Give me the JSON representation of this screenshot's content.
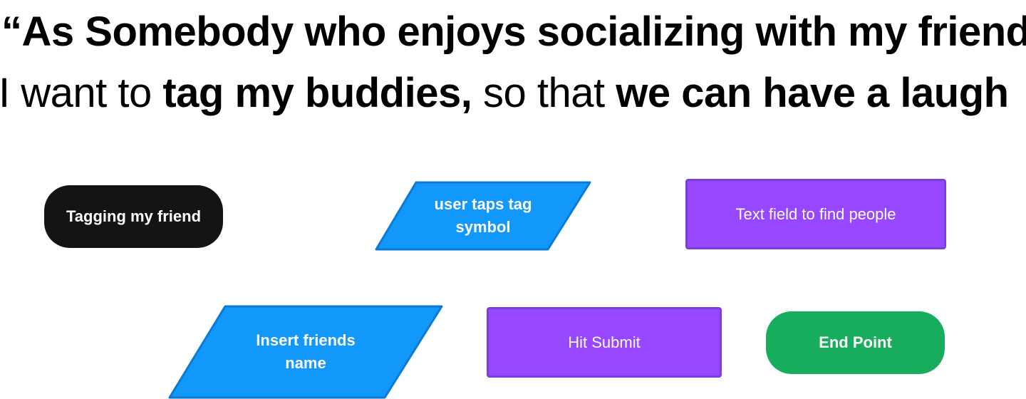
{
  "headline": {
    "line1": "“As Somebody who enjoys socializing with my friends",
    "line2_pre": "I want to ",
    "line2_bold1": "tag my buddies,",
    "line2_mid": " so that ",
    "line2_bold2": "we can have a laugh"
  },
  "nodes": {
    "start": {
      "label": "Tagging my friend",
      "shape": "terminator",
      "color": "#141414"
    },
    "tap_tag": {
      "label_line1": "user taps tag",
      "label_line2": "symbol",
      "shape": "parallelogram",
      "color": "#1297fb"
    },
    "text_field": {
      "label": "Text field to find people",
      "shape": "process",
      "color": "#9747ff"
    },
    "insert_name": {
      "label_line1": "Insert friends",
      "label_line2": "name",
      "shape": "parallelogram",
      "color": "#1297fb"
    },
    "hit_submit": {
      "label": "Hit Submit",
      "shape": "process",
      "color": "#9747ff"
    },
    "end": {
      "label": "End Point",
      "shape": "terminator",
      "color": "#17ad5d"
    }
  }
}
